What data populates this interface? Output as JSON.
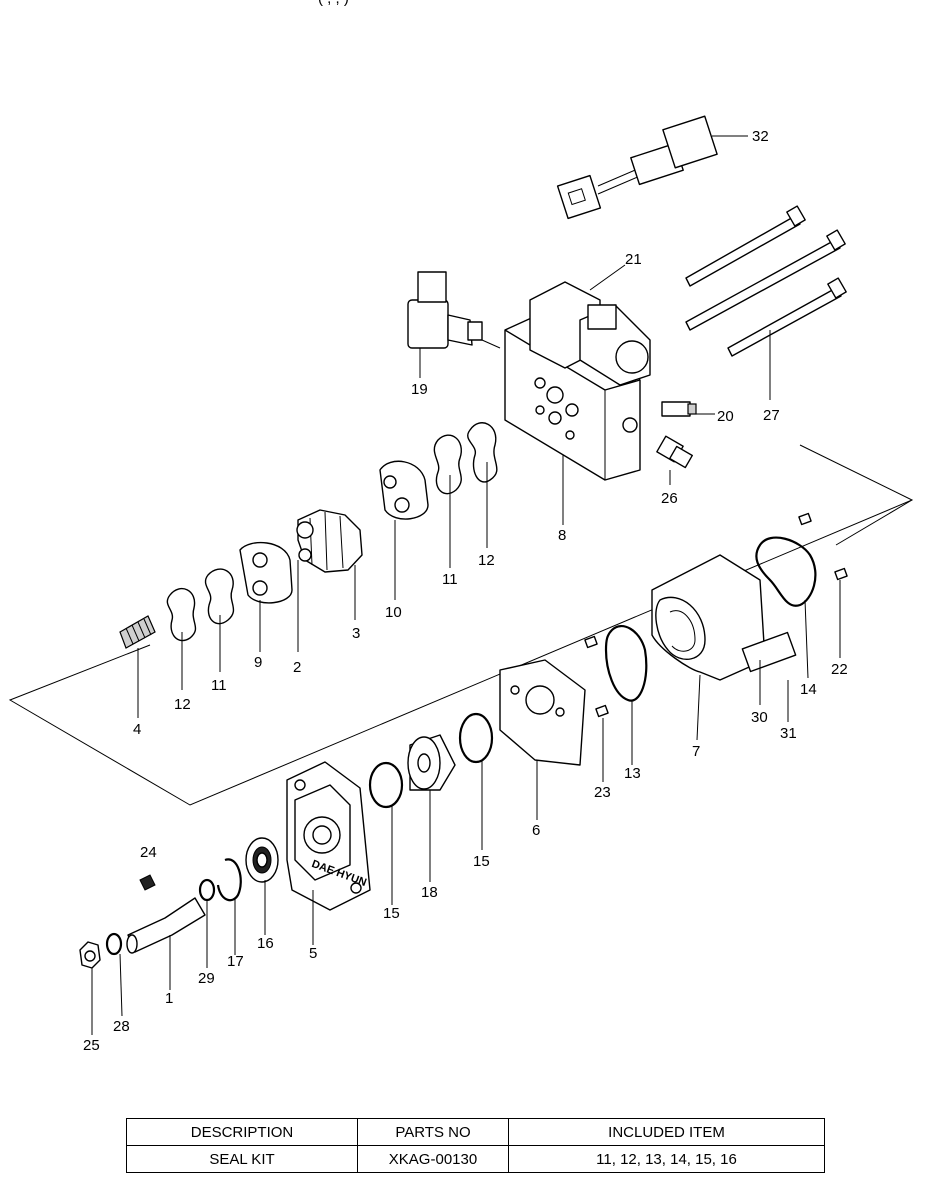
{
  "header_fragment": "(        ,                                                 ,        )",
  "callouts": [
    {
      "id": "c1",
      "label": "1"
    },
    {
      "id": "c2",
      "label": "2"
    },
    {
      "id": "c3",
      "label": "3"
    },
    {
      "id": "c4",
      "label": "4"
    },
    {
      "id": "c5",
      "label": "5"
    },
    {
      "id": "c6",
      "label": "6"
    },
    {
      "id": "c7",
      "label": "7"
    },
    {
      "id": "c8",
      "label": "8"
    },
    {
      "id": "c9",
      "label": "9"
    },
    {
      "id": "c10",
      "label": "10"
    },
    {
      "id": "c11a",
      "label": "11"
    },
    {
      "id": "c11b",
      "label": "11"
    },
    {
      "id": "c12a",
      "label": "12"
    },
    {
      "id": "c12b",
      "label": "12"
    },
    {
      "id": "c13",
      "label": "13"
    },
    {
      "id": "c14",
      "label": "14"
    },
    {
      "id": "c15a",
      "label": "15"
    },
    {
      "id": "c15b",
      "label": "15"
    },
    {
      "id": "c16",
      "label": "16"
    },
    {
      "id": "c17",
      "label": "17"
    },
    {
      "id": "c18",
      "label": "18"
    },
    {
      "id": "c19",
      "label": "19"
    },
    {
      "id": "c20",
      "label": "20"
    },
    {
      "id": "c21",
      "label": "21"
    },
    {
      "id": "c22",
      "label": "22"
    },
    {
      "id": "c23",
      "label": "23"
    },
    {
      "id": "c24",
      "label": "24"
    },
    {
      "id": "c25",
      "label": "25"
    },
    {
      "id": "c26",
      "label": "26"
    },
    {
      "id": "c27",
      "label": "27"
    },
    {
      "id": "c28",
      "label": "28"
    },
    {
      "id": "c29",
      "label": "29"
    },
    {
      "id": "c30",
      "label": "30"
    },
    {
      "id": "c31",
      "label": "31"
    },
    {
      "id": "c32",
      "label": "32"
    }
  ],
  "housing_marking": "DAE HYUN",
  "seal_kit_table": {
    "headers": [
      "DESCRIPTION",
      "PARTS NO",
      "INCLUDED ITEM"
    ],
    "rows": [
      {
        "description": "SEAL KIT",
        "parts_no": "XKAG-00130",
        "included_item": "11, 12, 13, 14, 15, 16"
      }
    ]
  }
}
